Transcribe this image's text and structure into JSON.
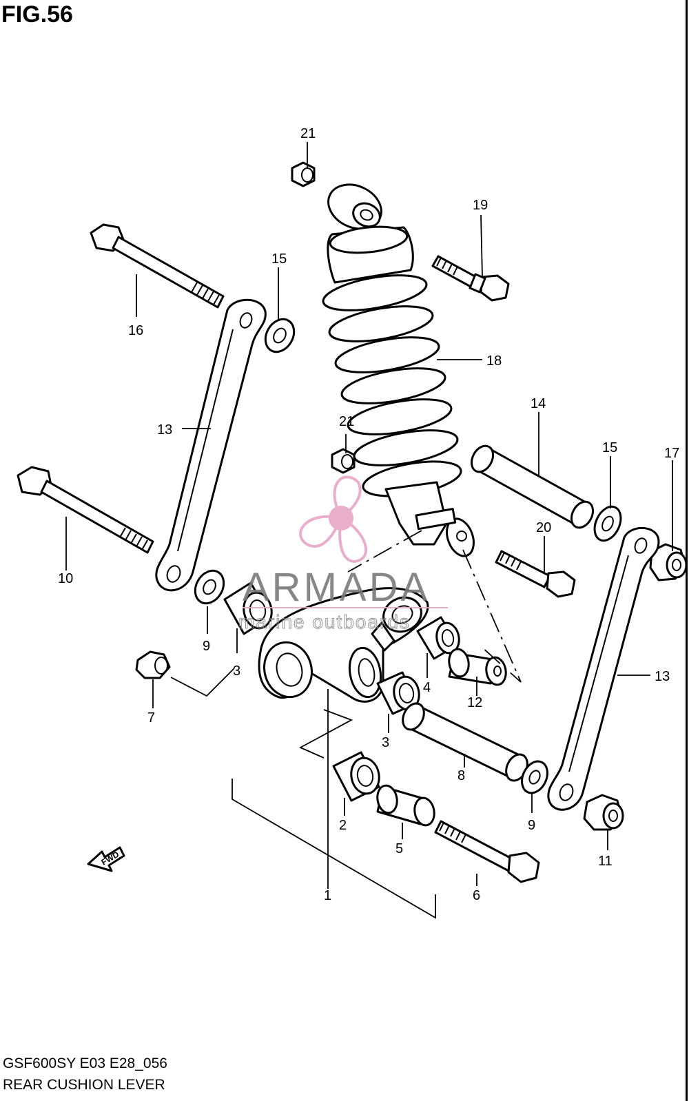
{
  "figure": {
    "title": "FIG.56",
    "model_code": "GSF600SY E03 E28_056",
    "caption": "REAR CUSHION LEVER"
  },
  "watermark": {
    "brand": "ARMADA",
    "tagline": "marine outboards",
    "accent_color": "#e8a6c8"
  },
  "direction_badge": "FWD",
  "callouts": [
    {
      "id": "c21a",
      "label": "21"
    },
    {
      "id": "c19",
      "label": "19"
    },
    {
      "id": "c15a",
      "label": "15"
    },
    {
      "id": "c16",
      "label": "16"
    },
    {
      "id": "c18",
      "label": "18"
    },
    {
      "id": "c13a",
      "label": "13"
    },
    {
      "id": "c14",
      "label": "14"
    },
    {
      "id": "c21b",
      "label": "21"
    },
    {
      "id": "c15b",
      "label": "15"
    },
    {
      "id": "c17",
      "label": "17"
    },
    {
      "id": "c20",
      "label": "20"
    },
    {
      "id": "c10",
      "label": "10"
    },
    {
      "id": "c9a",
      "label": "9"
    },
    {
      "id": "c3a",
      "label": "3"
    },
    {
      "id": "c4",
      "label": "4"
    },
    {
      "id": "c12",
      "label": "12"
    },
    {
      "id": "c13b",
      "label": "13"
    },
    {
      "id": "c7",
      "label": "7"
    },
    {
      "id": "c3b",
      "label": "3"
    },
    {
      "id": "c8",
      "label": "8"
    },
    {
      "id": "c9b",
      "label": "9"
    },
    {
      "id": "c2",
      "label": "2"
    },
    {
      "id": "c5",
      "label": "5"
    },
    {
      "id": "c11",
      "label": "11"
    },
    {
      "id": "c1",
      "label": "1"
    },
    {
      "id": "c6",
      "label": "6"
    }
  ]
}
